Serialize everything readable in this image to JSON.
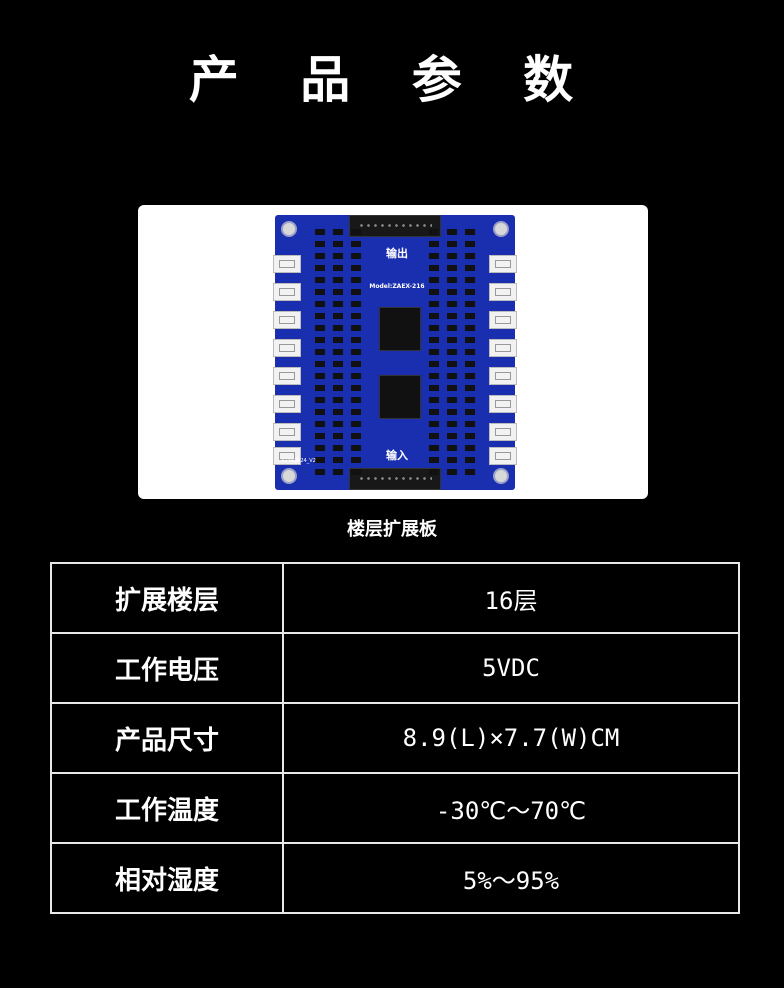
{
  "page": {
    "title": "产 品 参 数",
    "caption": "楼层扩展板"
  },
  "board": {
    "label_top": "输出",
    "label_bottom": "输入",
    "model": "Model:ZAEX-216",
    "version": "A2343624_V2"
  },
  "specs": [
    {
      "label": "扩展楼层",
      "value": "16层"
    },
    {
      "label": "工作电压",
      "value": "5VDC"
    },
    {
      "label": "产品尺寸",
      "value": "8.9(L)×7.7(W)CM"
    },
    {
      "label": "工作温度",
      "value": "-30℃～70℃"
    },
    {
      "label": "相对湿度",
      "value": "5%～95%"
    }
  ],
  "colors": {
    "background": "#000000",
    "board": "#1a2fb0",
    "text": "#ffffff",
    "table_border": "#e8e8e8"
  }
}
